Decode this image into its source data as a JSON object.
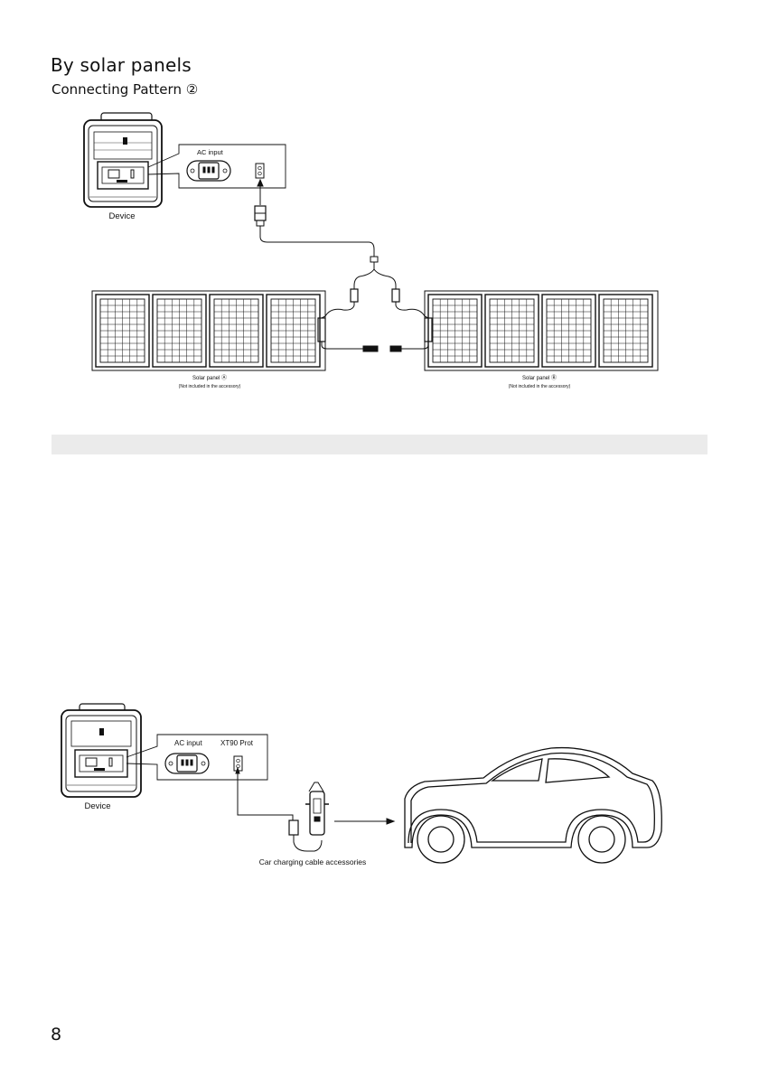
{
  "section_title": "By solar panels",
  "subtitle": "Connecting Pattern ②",
  "diagram1": {
    "device_label": "Device",
    "ac_input_label": "AC input",
    "panel_a_label": "Solar panel Ⓐ",
    "panel_b_label": "Solar panel Ⓑ",
    "not_included_note": "(Not included in the accessory)"
  },
  "diagram2": {
    "device_label": "Device",
    "ac_input_label": "AC input",
    "xt90_label": "XT90 Prot",
    "cable_label": "Car charging cable accessories"
  },
  "page_number": "8"
}
